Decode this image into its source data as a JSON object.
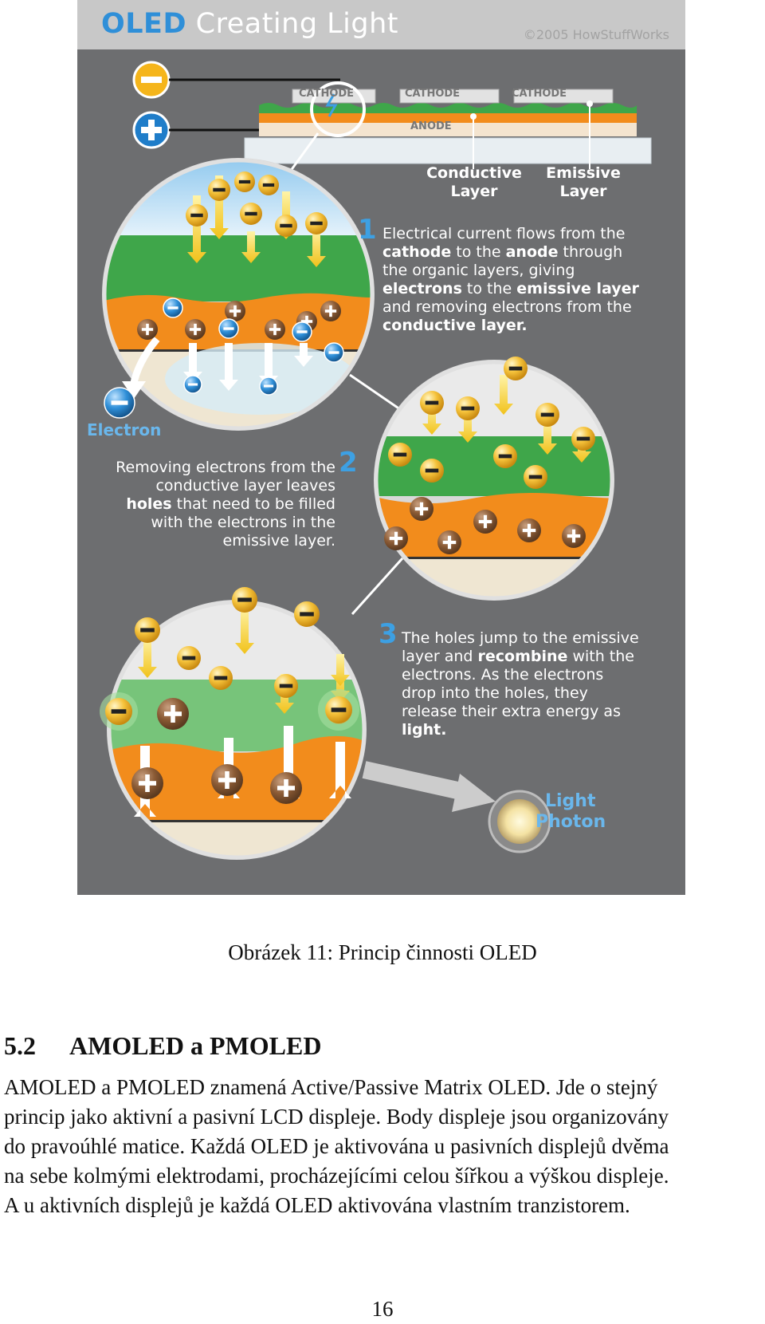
{
  "figure": {
    "title_prefix": "OLED",
    "title_rest": "Creating Light",
    "copyright": "©2005 HowStuffWorks",
    "layer_labels": {
      "cathode": "CATHODE",
      "anode": "ANODE",
      "conductive": [
        "Conductive",
        "Layer"
      ],
      "emissive": [
        "Emissive",
        "Layer"
      ]
    },
    "step1": {
      "number": "1",
      "lines": [
        [
          {
            "t": "Electrical current flows from the",
            "b": false
          }
        ],
        [
          {
            "t": "cathode",
            "b": true
          },
          {
            "t": " to the ",
            "b": false
          },
          {
            "t": "anode",
            "b": true
          },
          {
            "t": " through",
            "b": false
          }
        ],
        [
          {
            "t": "the organic layers, giving",
            "b": false
          }
        ],
        [
          {
            "t": "electrons",
            "b": true
          },
          {
            "t": " to the ",
            "b": false
          },
          {
            "t": "emissive layer",
            "b": true
          }
        ],
        [
          {
            "t": "and removing electrons from the",
            "b": false
          }
        ],
        [
          {
            "t": "conductive layer.",
            "b": true
          }
        ]
      ]
    },
    "electron_label": "Electron",
    "step2": {
      "number": "2",
      "lines": [
        [
          {
            "t": "Removing electrons from the",
            "b": false
          }
        ],
        [
          {
            "t": "conductive layer leaves",
            "b": false
          }
        ],
        [
          {
            "t": "holes",
            "b": true
          },
          {
            "t": " that need to be filled",
            "b": false
          }
        ],
        [
          {
            "t": "with the electrons in the",
            "b": false
          }
        ],
        [
          {
            "t": "emissive layer.",
            "b": false
          }
        ]
      ]
    },
    "step3": {
      "number": "3",
      "lines": [
        [
          {
            "t": "The holes jump to the emissive",
            "b": false
          }
        ],
        [
          {
            "t": "layer and ",
            "b": false
          },
          {
            "t": "recombine",
            "b": true
          },
          {
            "t": " with the",
            "b": false
          }
        ],
        [
          {
            "t": "electrons. As the electrons",
            "b": false
          }
        ],
        [
          {
            "t": "drop into the holes, they",
            "b": false
          }
        ],
        [
          {
            "t": "release their extra energy as",
            "b": false
          }
        ],
        [
          {
            "t": "light.",
            "b": true
          }
        ]
      ]
    },
    "photon_label": [
      "Light",
      "Photon"
    ],
    "colors": {
      "background": "#6d6e70",
      "header": "#c8c8c8",
      "accent_blue": "#2f8fd8",
      "emissive_green": "#3fa64a",
      "conductive_orange": "#f28c1c",
      "electron_yellow": "#f5c23a"
    }
  },
  "caption": "Obrázek 11: Princip činnosti OLED",
  "section": {
    "number": "5.2",
    "title": "AMOLED a PMOLED"
  },
  "body_lines": [
    "AMOLED a PMOLED znamená Active/Passive Matrix OLED. Jde o stejný",
    "princip jako aktivní a pasivní LCD displeje. Body displeje jsou organizovány",
    "do pravoúhlé matice. Každá OLED je aktivována u pasivních displejů dvěma",
    "na sebe kolmými elektrodami, procházejícími celou šířkou a výškou displeje.",
    "A u aktivních displejů je každá OLED aktivována vlastním tranzistorem."
  ],
  "page_number": "16"
}
